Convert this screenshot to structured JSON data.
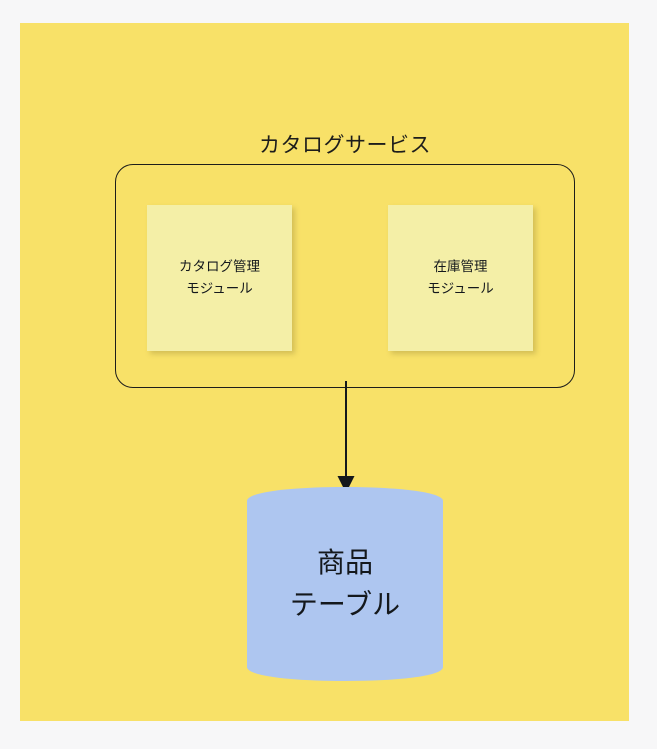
{
  "canvas": {
    "background_color": "#f8e168",
    "page_background_color": "#f7f7f8"
  },
  "service_group": {
    "title": "カタログサービス",
    "border_color": "#1d1d1b",
    "modules": [
      {
        "id": "catalog-management",
        "label": "カタログ管理\nモジュール",
        "fill_color": "#f4efa7"
      },
      {
        "id": "inventory-management",
        "label": "在庫管理\nモジュール",
        "fill_color": "#f4efa7"
      }
    ]
  },
  "connector": {
    "id": "service-to-database",
    "style": "solid-arrow",
    "color": "#14181c"
  },
  "database": {
    "label": "商品\nテーブル",
    "shape": "cylinder",
    "fill_color": "#aec6f0"
  }
}
